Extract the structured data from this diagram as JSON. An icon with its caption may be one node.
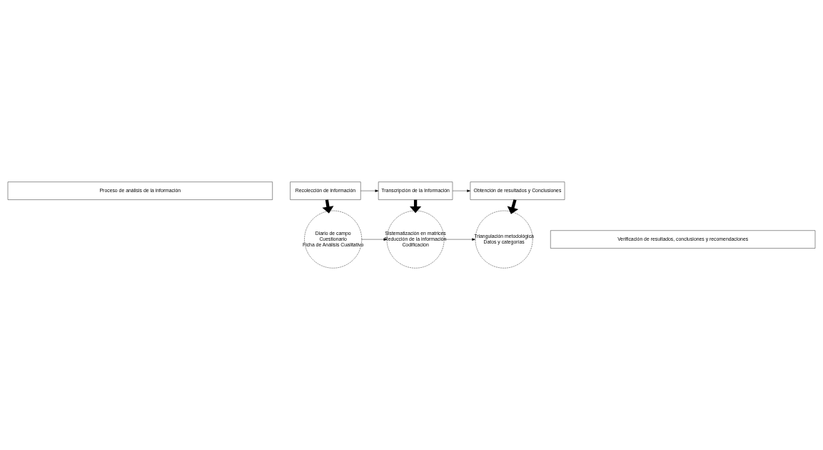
{
  "diagram": {
    "nodes": [
      {
        "text": [
          "Proceso de análisis de la información"
        ]
      },
      {
        "text": [
          "Recolección de información"
        ]
      },
      {
        "text": [
          "Transcripción de la Información"
        ]
      },
      {
        "text": [
          "Obtención de resultados y Conclusiones"
        ]
      },
      {
        "text": [
          "Diario de campo",
          "Cuestionario",
          "Ficha de Análisis Cualitativo"
        ]
      },
      {
        "text": [
          "Sistematización en matrices",
          "Reducción de la información",
          "Codificación"
        ]
      },
      {
        "text": [
          "Triangulación metodológica",
          "Datos y categorías"
        ]
      },
      {
        "text": [
          "Verificación de resultados, conclusiones y recomendaciones"
        ]
      }
    ],
    "edges": [
      {
        "from": 1,
        "to": 2,
        "arrow": "to"
      },
      {
        "from": 2,
        "to": 3,
        "arrow": "to"
      },
      {
        "from": 1,
        "to": 4,
        "arrow": "to",
        "style": "thick"
      },
      {
        "from": 2,
        "to": 5,
        "arrow": "to",
        "style": "thick"
      },
      {
        "from": 3,
        "to": 6,
        "arrow": "to",
        "style": "thick"
      },
      {
        "from": 4,
        "to": 5,
        "arrow": "to"
      },
      {
        "from": 5,
        "to": 6,
        "arrow": "to"
      }
    ]
  }
}
